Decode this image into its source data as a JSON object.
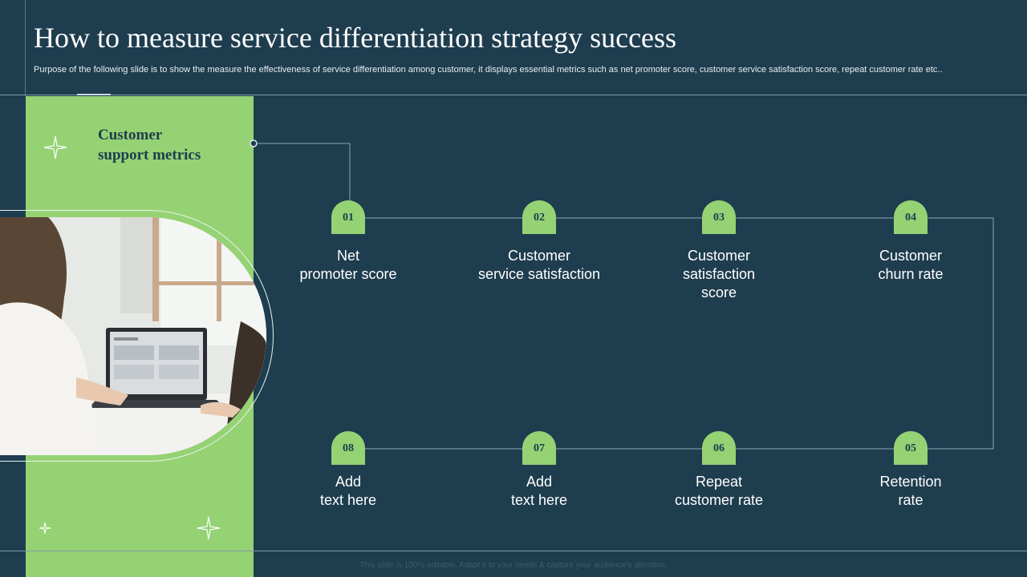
{
  "slide": {
    "title": "How to measure service differentiation strategy success",
    "subtitle": "Purpose of the following slide is to show the measure the effectiveness of service differentiation among customer, it displays essential metrics such as net promoter score, customer service satisfaction score, repeat customer rate etc..",
    "panel_title_line1": "Customer",
    "panel_title_line2": "support  metrics",
    "footer": "This slide is 100% editable. Adapt it to your needs & capture your audience's attention."
  },
  "colors": {
    "background": "#1e3d4f",
    "accent_green": "#95d274",
    "text_white": "#ffffff"
  },
  "steps": [
    {
      "number": "01",
      "label": "Net\npromoter score"
    },
    {
      "number": "02",
      "label": "Customer\nservice satisfaction"
    },
    {
      "number": "03",
      "label": "Customer\nsatisfaction\nscore"
    },
    {
      "number": "04",
      "label": "Customer\nchurn rate"
    },
    {
      "number": "05",
      "label": "Retention\nrate"
    },
    {
      "number": "06",
      "label": "Repeat\ncustomer rate"
    },
    {
      "number": "07",
      "label": "Add\ntext here"
    },
    {
      "number": "08",
      "label": "Add\ntext here"
    }
  ],
  "icons": [
    "sparkle-icon",
    "laptop-photo"
  ]
}
